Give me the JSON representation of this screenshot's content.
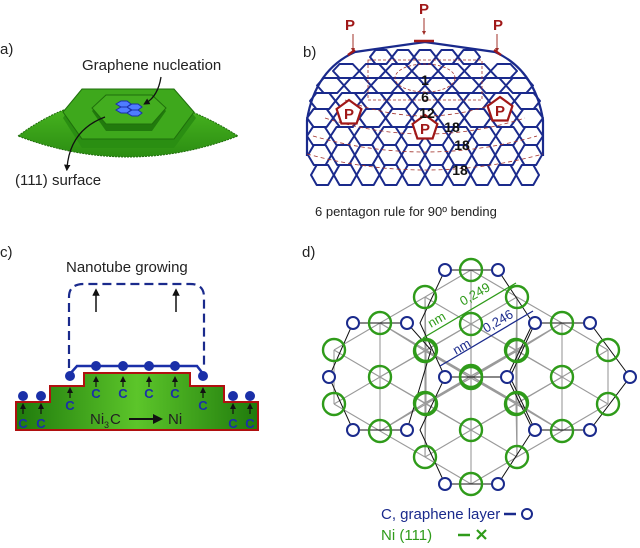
{
  "figure": {
    "panels": [
      {
        "id": "a",
        "label": "a)",
        "annotations": {
          "nucleation": "Graphene nucleation",
          "surface": "(111) surface"
        },
        "colors": {
          "surface": "#3aa31a",
          "surface_dark": "#217a0d",
          "graphene": "#4f7cff",
          "graphene_edge": "#1a2fa8"
        }
      },
      {
        "id": "b",
        "label": "b)",
        "pentagon_marker": "P",
        "ring_counts": [
          "1",
          "6",
          "12",
          "18",
          "18",
          "18"
        ],
        "caption": "6 pentagon rule for 90º bending",
        "colors": {
          "lattice": "#1a2a8c",
          "pentagon": "#a01818",
          "guide": "#a0302a"
        }
      },
      {
        "id": "c",
        "label": "c)",
        "title": "Nanotube growing",
        "carbon_label": "C",
        "reaction": {
          "reactant_main": "Ni",
          "reactant_sub": "3",
          "reactant_tail": "C",
          "product": "Ni"
        },
        "colors": {
          "substrate": "#35a51a",
          "edge": "#b01010",
          "carbon": "#1a2fa8"
        }
      },
      {
        "id": "d",
        "label": "d)",
        "distances": [
          {
            "value": "0,249",
            "unit": "nm",
            "color": "#2f9b1a"
          },
          {
            "value": "0,246",
            "unit": "nm",
            "color": "#1a2a8c"
          }
        ],
        "legend": [
          {
            "label": "C, graphene layer",
            "symbol": "—  o",
            "color": "#1a2a8c"
          },
          {
            "label": "Ni (111)",
            "symbol": "—  ×",
            "color": "#2f9b1a"
          }
        ]
      }
    ]
  }
}
